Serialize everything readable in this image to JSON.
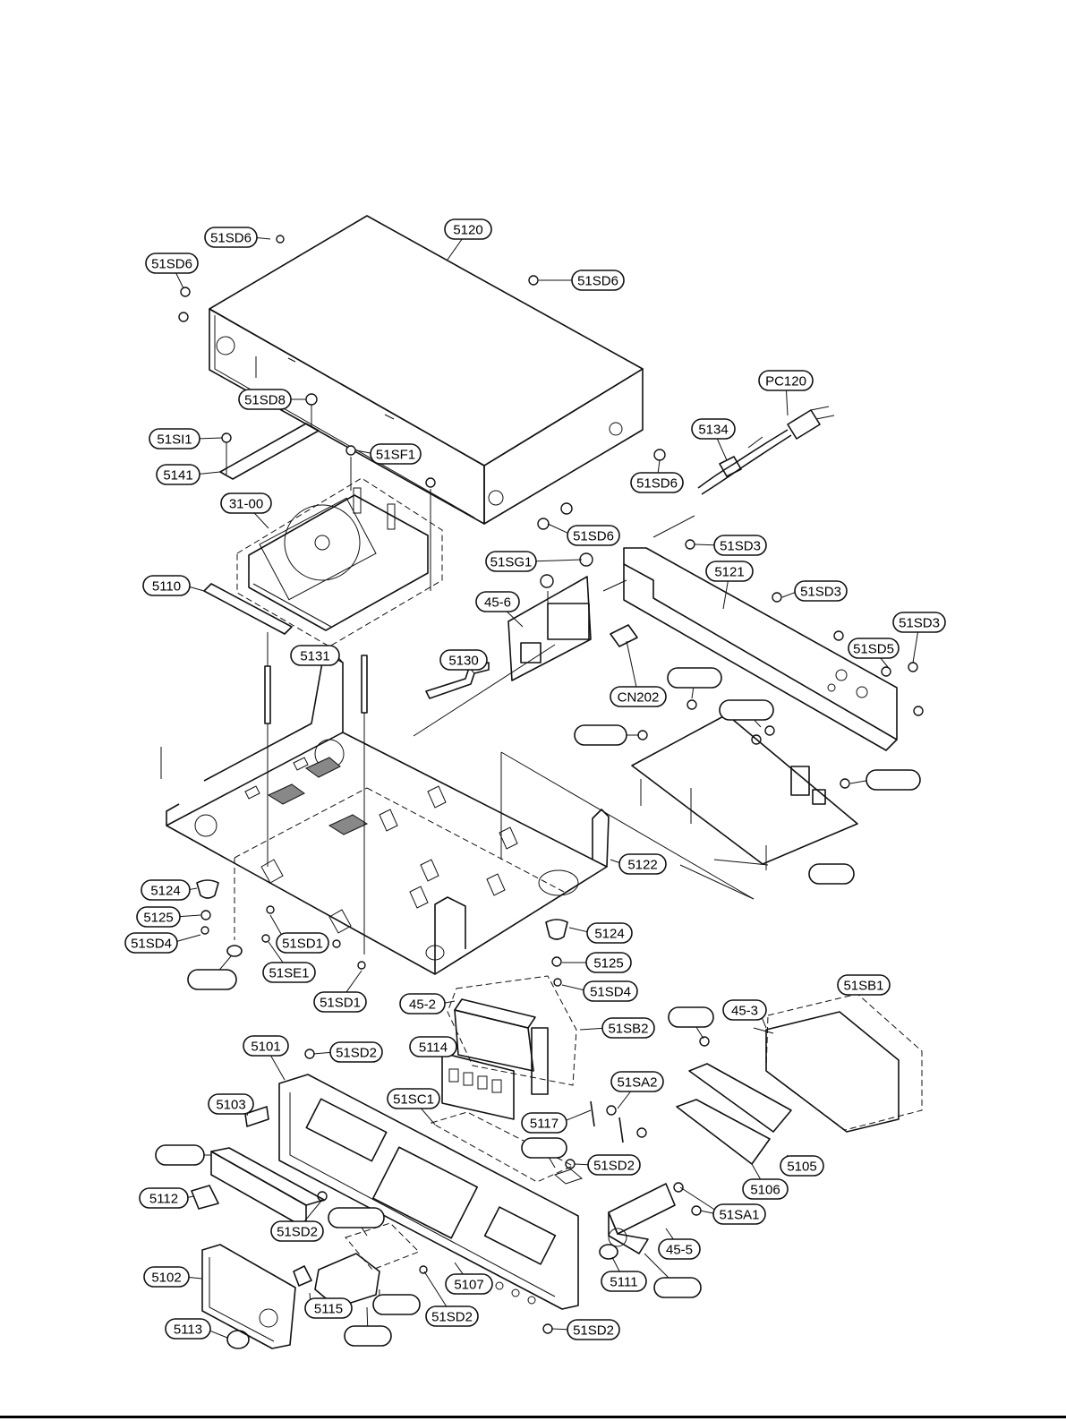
{
  "callouts": [
    {
      "label": "51SD6"
    },
    {
      "label": "51SD6"
    },
    {
      "label": "5120"
    },
    {
      "label": "51SD6"
    },
    {
      "label": "51SD8"
    },
    {
      "label": "51SI1"
    },
    {
      "label": "5141"
    },
    {
      "label": "51SF1"
    },
    {
      "label": "31-00"
    },
    {
      "label": "5110"
    },
    {
      "label": "PC120"
    },
    {
      "label": "5134"
    },
    {
      "label": "51SD6"
    },
    {
      "label": "51SD6"
    },
    {
      "label": "51SD3"
    },
    {
      "label": "5121"
    },
    {
      "label": "51SD3"
    },
    {
      "label": "51SD3"
    },
    {
      "label": "51SD5"
    },
    {
      "label": "51SG1"
    },
    {
      "label": "45-6"
    },
    {
      "label": "5130"
    },
    {
      "label": "CN202"
    },
    {
      "label": "5131"
    },
    {
      "label": ""
    },
    {
      "label": ""
    },
    {
      "label": ""
    },
    {
      "label": ""
    },
    {
      "label": ""
    },
    {
      "label": "5122"
    },
    {
      "label": "5124"
    },
    {
      "label": "5125"
    },
    {
      "label": "51SD4"
    },
    {
      "label": "51SD1"
    },
    {
      "label": ""
    },
    {
      "label": "51SE1"
    },
    {
      "label": "51SD1"
    },
    {
      "label": "5124"
    },
    {
      "label": "5125"
    },
    {
      "label": "51SD4"
    },
    {
      "label": "45-2"
    },
    {
      "label": "51SB2"
    },
    {
      "label": "51SB1"
    },
    {
      "label": ""
    },
    {
      "label": "45-3"
    },
    {
      "label": "5101"
    },
    {
      "label": "51SD2"
    },
    {
      "label": "5114"
    },
    {
      "label": "5103"
    },
    {
      "label": "51SC1"
    },
    {
      "label": "51SA2"
    },
    {
      "label": "5117"
    },
    {
      "label": ""
    },
    {
      "label": "51SD2"
    },
    {
      "label": ""
    },
    {
      "label": "5112"
    },
    {
      "label": "51SD2"
    },
    {
      "label": ""
    },
    {
      "label": "5105"
    },
    {
      "label": "5106"
    },
    {
      "label": "51SA1"
    },
    {
      "label": "5102"
    },
    {
      "label": "45-5"
    },
    {
      "label": "5111"
    },
    {
      "label": ""
    },
    {
      "label": "5107"
    },
    {
      "label": "5115"
    },
    {
      "label": ""
    },
    {
      "label": "51SD2"
    },
    {
      "label": "5113"
    },
    {
      "label": ""
    },
    {
      "label": "51SD2"
    }
  ]
}
